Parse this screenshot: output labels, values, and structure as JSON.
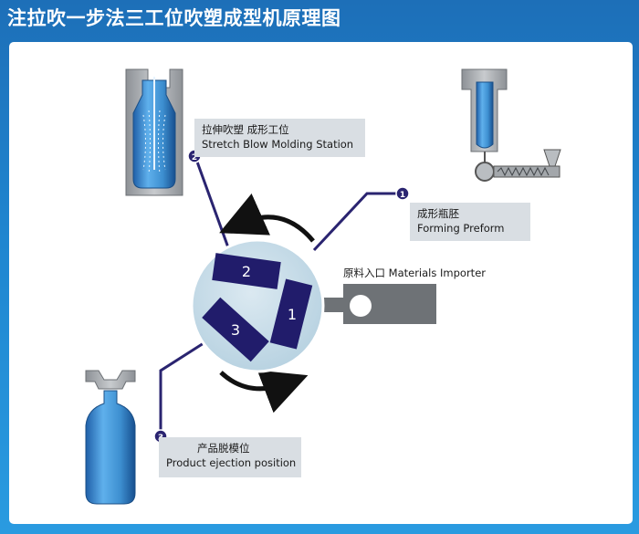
{
  "title": "注拉吹一步法三工位吹塑成型机原理图",
  "stations": [
    {
      "number": "1",
      "label_zh": "成形瓶胚",
      "label_en": "Forming Preform"
    },
    {
      "number": "2",
      "label_zh": "拉伸吹塑  成形工位",
      "label_en": "Stretch Blow Molding Station"
    },
    {
      "number": "3",
      "label_zh": "产品脱模位",
      "label_en": "Product ejection position"
    }
  ],
  "importer_label": "原料入口 Materials Importer",
  "colors": {
    "header_blue": "#1f7fc8",
    "slot_navy": "#211c6b",
    "turntable": "#c9dde8",
    "importer_gray": "#6e7276",
    "label_box": "#d9dee3",
    "bottle_blue": "#3d8fd0"
  }
}
